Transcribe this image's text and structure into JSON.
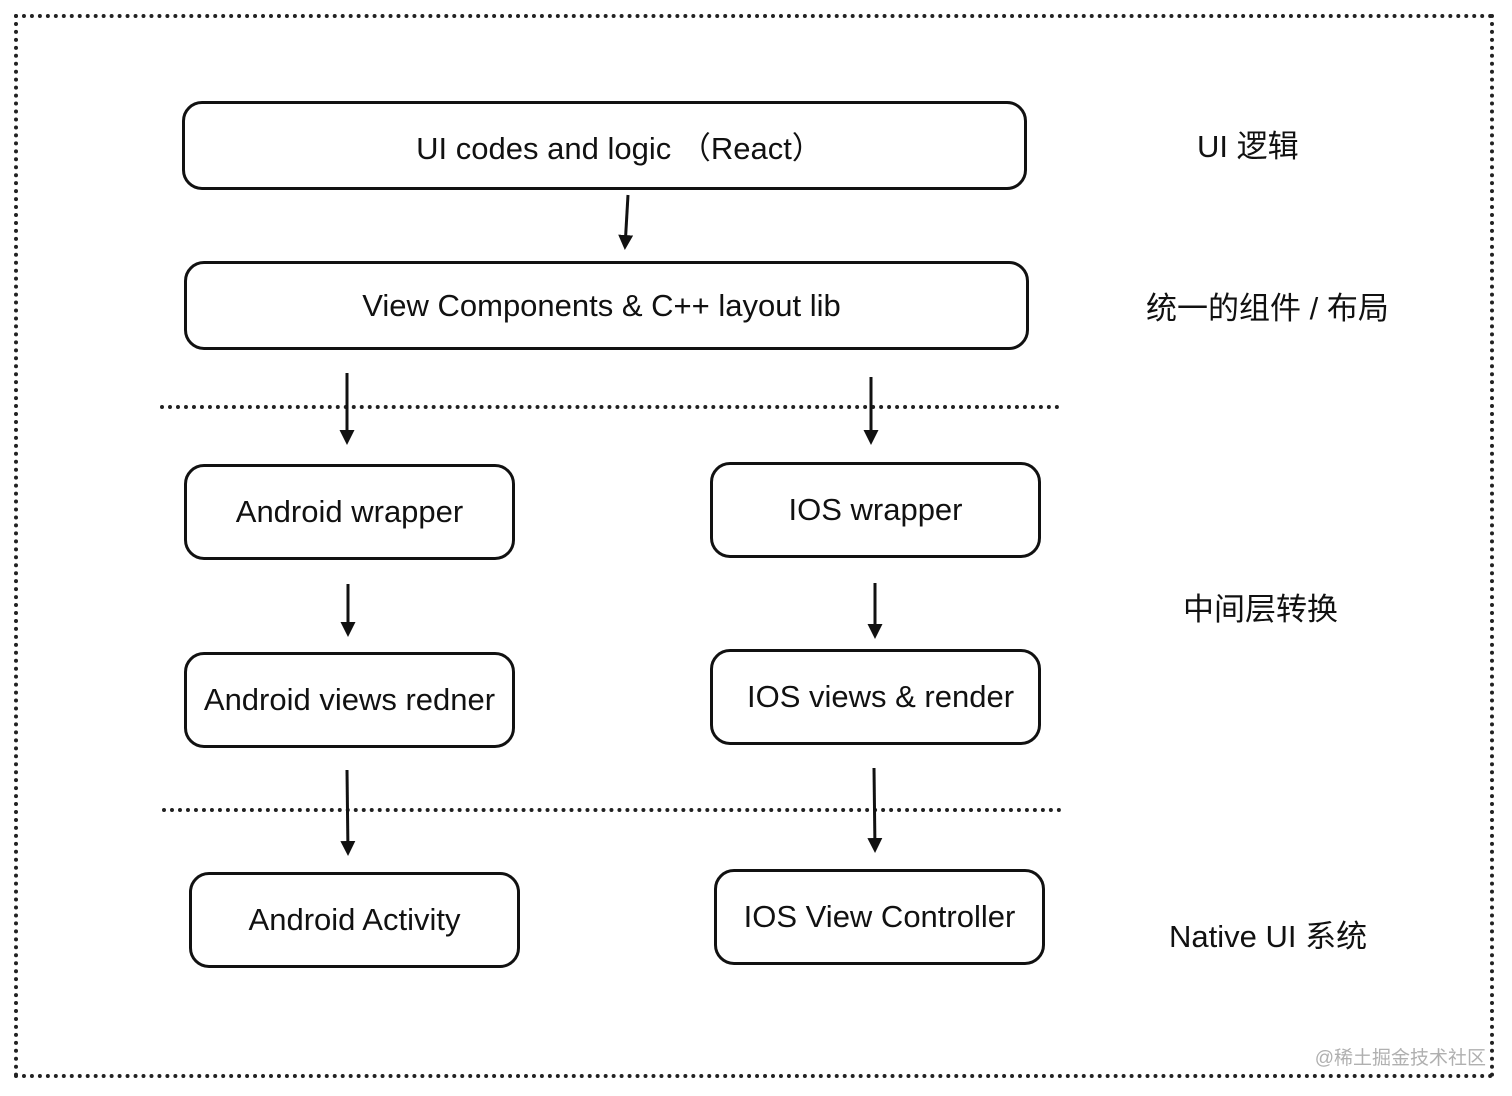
{
  "boxes": {
    "ui_codes": "UI codes and logic （React）",
    "view_components": "View Components & C++ layout lib",
    "android_wrapper": "Android wrapper",
    "ios_wrapper": "IOS wrapper",
    "android_views": "Android views redner",
    "ios_views": "IOS views & render",
    "android_activity": "Android Activity",
    "ios_view_controller": "IOS View Controller"
  },
  "layers": {
    "ui_logic": "UI 逻辑",
    "unified_components": "统一的组件 / 布局",
    "middle_layer": "中间层转换",
    "native_ui": "Native UI 系统"
  },
  "watermark": "@稀土掘金技术社区"
}
